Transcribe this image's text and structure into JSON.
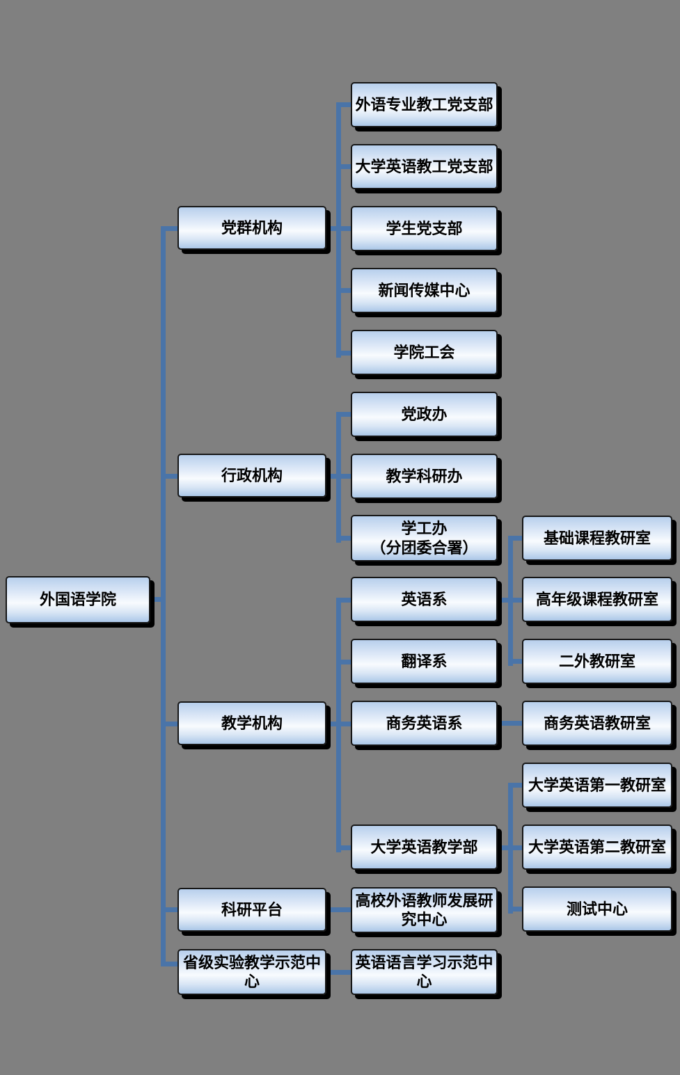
{
  "style": {
    "bg": "#808080",
    "line": "#4a74a8",
    "box_border": "#161616",
    "box_top": "#b7cfec",
    "box_mid": "#f8fbfe",
    "box_bottom": "#abc7e8",
    "shadow": "#000000"
  },
  "org": {
    "root": {
      "label": "外国语学院",
      "children": [
        {
          "label": "党群机构",
          "children": [
            {
              "label": "外语专业教工党支部"
            },
            {
              "label": "大学英语教工党支部"
            },
            {
              "label": "学生党支部"
            },
            {
              "label": "新闻传媒中心"
            },
            {
              "label": "学院工会"
            }
          ]
        },
        {
          "label": "行政机构",
          "children": [
            {
              "label": "党政办"
            },
            {
              "label": "教学科研办"
            },
            {
              "label": "学工办\n（分团委合署）"
            }
          ]
        },
        {
          "label": "教学机构",
          "children": [
            {
              "label": "英语系",
              "children": [
                {
                  "label": "基础课程教研室"
                },
                {
                  "label": "高年级课程教研室"
                },
                {
                  "label": "二外教研室"
                }
              ]
            },
            {
              "label": "翻译系"
            },
            {
              "label": "商务英语系",
              "children": [
                {
                  "label": "商务英语教研室"
                }
              ]
            },
            {
              "label": "大学英语教学部",
              "children": [
                {
                  "label": "大学英语第一教研室"
                },
                {
                  "label": "大学英语第二教研室"
                },
                {
                  "label": "测试中心"
                }
              ]
            }
          ]
        },
        {
          "label": "科研平台",
          "children": [
            {
              "label": "高校外语教师发展研究中心"
            }
          ]
        },
        {
          "label": "省级实验教学示范中心",
          "children": [
            {
              "label": "英语语言学习示范中心"
            }
          ]
        }
      ]
    }
  }
}
